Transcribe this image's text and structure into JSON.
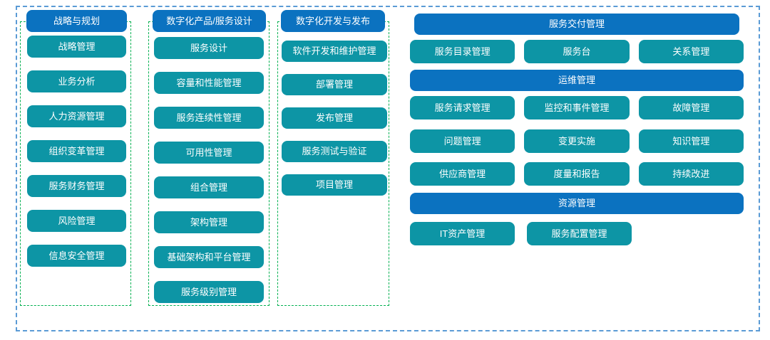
{
  "palette": {
    "header_fill": "#0b72c0",
    "box_fill": "#0d95a5",
    "outer_border": "#5b9bd5",
    "column_border": "#00b050",
    "text_color": "#ffffff",
    "background": "#ffffff"
  },
  "columns": [
    {
      "header": "战略与规划",
      "items": [
        "战略管理",
        "业务分析",
        "人力资源管理",
        "组织变革管理",
        "服务财务管理",
        "风险管理",
        "信息安全管理"
      ]
    },
    {
      "header": "数字化产品/服务设计",
      "items": [
        "服务设计",
        "容量和性能管理",
        "服务连续性管理",
        "可用性管理",
        "组合管理",
        "架构管理",
        "基础架构和平台管理",
        "服务级别管理"
      ]
    },
    {
      "header": "数字化开发与发布",
      "items": [
        "软件开发和维护管理",
        "部署管理",
        "发布管理",
        "服务测试与验证",
        "项目管理"
      ]
    }
  ],
  "right_panel": {
    "sections": [
      {
        "header": "服务交付管理",
        "rows": [
          [
            "服务目录管理",
            "服务台",
            "关系管理"
          ]
        ]
      },
      {
        "header": "运维管理",
        "rows": [
          [
            "服务请求管理",
            "监控和事件管理",
            "故障管理"
          ],
          [
            "问题管理",
            "变更实施",
            "知识管理"
          ],
          [
            "供应商管理",
            "度量和报告",
            "持续改进"
          ]
        ]
      },
      {
        "header": "资源管理",
        "rows": [
          [
            "IT资产管理",
            "服务配置管理"
          ]
        ]
      }
    ]
  }
}
